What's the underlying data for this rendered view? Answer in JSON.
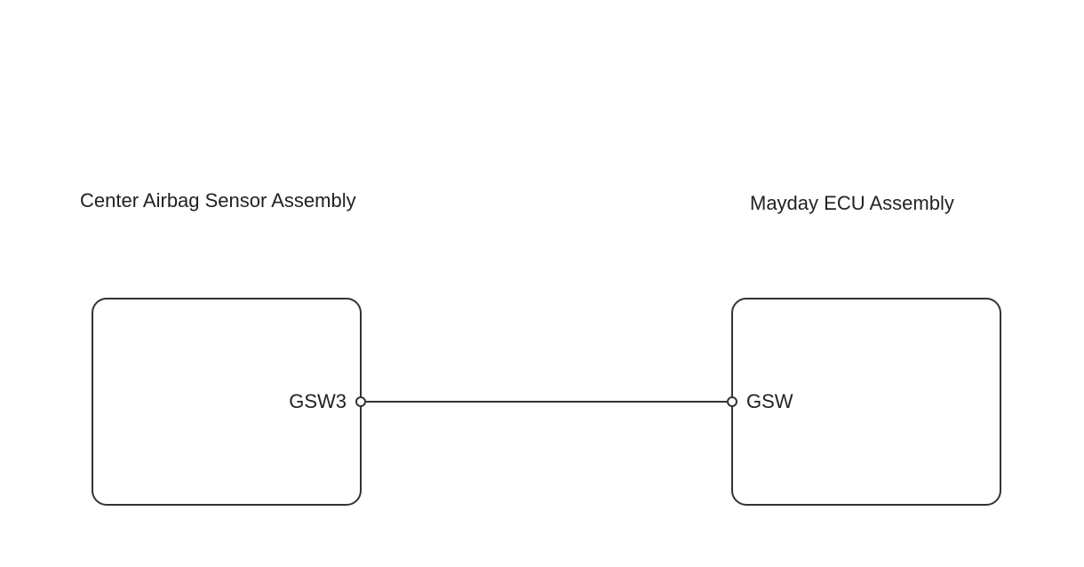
{
  "diagram": {
    "left_component": {
      "title": "Center Airbag Sensor Assembly",
      "pin": "GSW3"
    },
    "right_component": {
      "title": "Mayday ECU Assembly",
      "pin": "GSW"
    },
    "line_color": "#333333"
  }
}
